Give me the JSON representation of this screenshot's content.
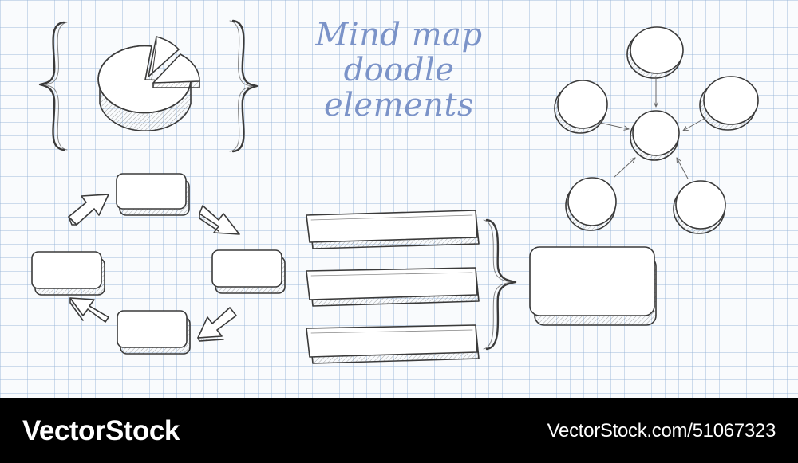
{
  "title": {
    "line1": "Mind map",
    "line2": "doodle elements"
  },
  "colors": {
    "paper": "#f9fbfd",
    "grid": "#96b4d7",
    "title": "#7b93c8",
    "ink": "#3a3a3a",
    "footer_bg": "#000000",
    "footer_text": "#ffffff"
  },
  "watermark": {
    "left": "VectorStock",
    "right": "VectorStock.com/51067323"
  }
}
